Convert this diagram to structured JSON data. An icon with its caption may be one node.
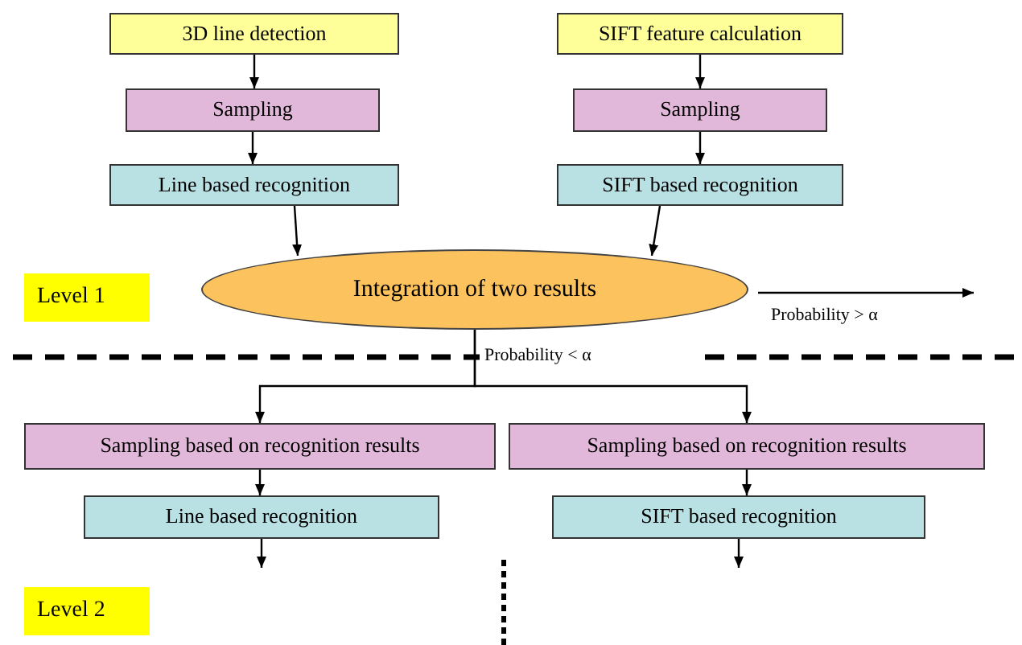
{
  "diagram": {
    "nodes": [
      {
        "text": [
          "3D line detection"
        ]
      },
      {
        "text": [
          "SIFT feature calculation"
        ]
      },
      {
        "text": [
          "Sampling"
        ]
      },
      {
        "text": [
          "Sampling"
        ]
      },
      {
        "text": [
          "Line based recognition"
        ]
      },
      {
        "text": [
          "SIFT based recognition"
        ]
      },
      {
        "text": [
          "Integration of two results"
        ]
      },
      {
        "text": [
          "Level 1"
        ]
      },
      {
        "text": [
          "Sampling based on recognition results"
        ]
      },
      {
        "text": [
          "Sampling based on recognition results"
        ]
      },
      {
        "text": [
          "Line based recognition"
        ]
      },
      {
        "text": [
          "SIFT based recognition"
        ]
      },
      {
        "text": [
          "Level 2"
        ]
      }
    ],
    "edges": [
      {
        "from": 0,
        "to": 2,
        "arrow": "to"
      },
      {
        "from": 2,
        "to": 4,
        "arrow": "to"
      },
      {
        "from": 1,
        "to": 3,
        "arrow": "to"
      },
      {
        "from": 3,
        "to": 5,
        "arrow": "to"
      },
      {
        "from": 4,
        "to": 6,
        "arrow": "to"
      },
      {
        "from": 5,
        "to": 6,
        "arrow": "to"
      },
      {
        "from": 6,
        "to": null,
        "arrow": "to",
        "label": "Probability > α"
      },
      {
        "from": 6,
        "to": 8,
        "arrow": "to",
        "label": "Probability < α"
      },
      {
        "from": 6,
        "to": 9,
        "arrow": "to"
      },
      {
        "from": 8,
        "to": 10,
        "arrow": "to"
      },
      {
        "from": 9,
        "to": 11,
        "arrow": "to"
      },
      {
        "from": 10,
        "to": null,
        "arrow": "to"
      },
      {
        "from": 11,
        "to": null,
        "arrow": "to"
      }
    ]
  }
}
